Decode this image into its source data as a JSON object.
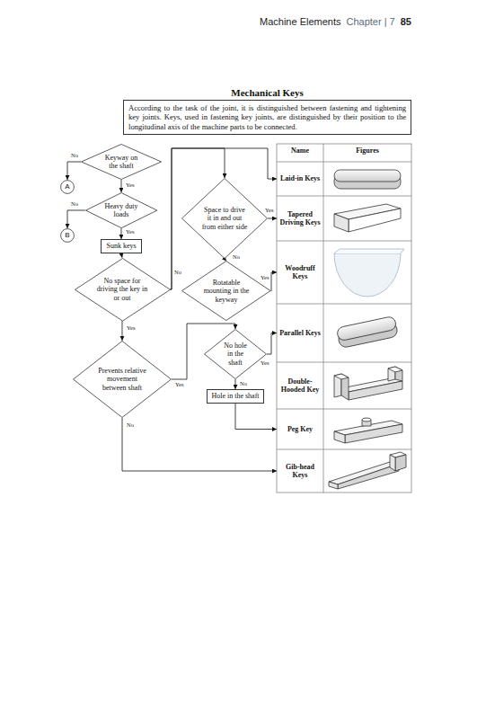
{
  "diagram": {
    "title": "Mechanical Keys",
    "nodes": [
      {
        "text": [
          "According to the task of the joint, it is distinguished between fastening and tightening key joints. Keys, used in fastening key joints, are distinguished by their position to the longitudinal axis of the machine parts to be connected."
        ]
      },
      {
        "text": [
          "Keyway on the shaft"
        ]
      },
      {
        "text": [
          "A"
        ]
      },
      {
        "text": [
          "Heavy duty loads"
        ]
      },
      {
        "text": [
          "B"
        ]
      },
      {
        "text": [
          "Sunk keys"
        ]
      },
      {
        "text": [
          "No space for driving the key in or out"
        ]
      },
      {
        "text": [
          "Prevents relative movement between shaft"
        ]
      },
      {
        "text": [
          "Space to drive it in and out from either side"
        ]
      },
      {
        "text": [
          "Rotatable mounting in the keyway"
        ]
      },
      {
        "text": [
          "No hole in the shaft"
        ]
      },
      {
        "text": [
          "Hole in the shaft"
        ]
      },
      {
        "text": [
          "Laid-in Keys"
        ]
      },
      {
        "text": [
          "Tapered Driving Keys"
        ]
      },
      {
        "text": [
          "Woodruff Keys"
        ]
      },
      {
        "text": [
          "Parallel Keys"
        ]
      },
      {
        "text": [
          "Double-Hooded Key"
        ]
      },
      {
        "text": [
          "Peg Key"
        ]
      },
      {
        "text": [
          "Gib-head Keys"
        ]
      }
    ],
    "edges": [
      {
        "from": 1,
        "to": 2,
        "label": "No",
        "arrow": "to"
      },
      {
        "from": 1,
        "to": 3,
        "label": "Yes",
        "arrow": "to"
      },
      {
        "from": 3,
        "to": 4,
        "label": "No",
        "arrow": "to"
      },
      {
        "from": 3,
        "to": 5,
        "label": "Yes",
        "arrow": "to"
      },
      {
        "from": 5,
        "to": 6,
        "arrow": "to"
      },
      {
        "from": 6,
        "to": 8,
        "label": "No",
        "arrow": "to"
      },
      {
        "from": 6,
        "to": 12,
        "arrow": "to"
      },
      {
        "from": 8,
        "to": 13,
        "label": "Yes",
        "arrow": "to"
      },
      {
        "from": 8,
        "to": 9,
        "label": "No",
        "arrow": "to"
      },
      {
        "from": 9,
        "to": 14,
        "label": "Yes",
        "arrow": "to"
      },
      {
        "from": 6,
        "to": 7,
        "label": "Yes",
        "arrow": "to"
      },
      {
        "from": 7,
        "to": 10,
        "label": "Yes",
        "arrow": "to"
      },
      {
        "from": 10,
        "to": 15,
        "label": "Yes",
        "arrow": "to"
      },
      {
        "from": 10,
        "to": 11,
        "label": "No",
        "arrow": "to"
      },
      {
        "from": 11,
        "to": 17,
        "arrow": "to"
      },
      {
        "from": 7,
        "to": 18,
        "label": "No",
        "arrow": "to"
      }
    ],
    "labels": [
      "Machine Elements",
      "Chapter | 7",
      "85",
      "Name",
      "Figures"
    ]
  }
}
